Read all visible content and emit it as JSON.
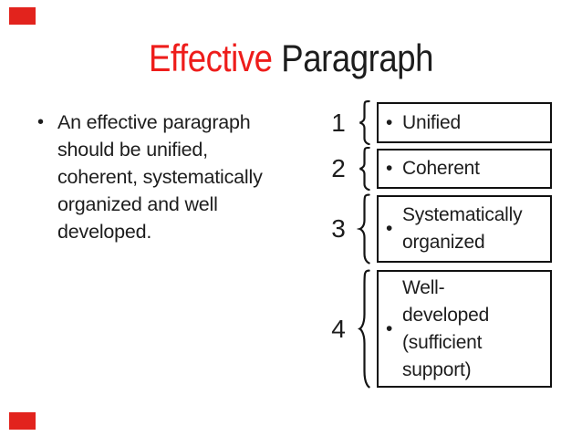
{
  "slide": {
    "title": {
      "highlight": "Effective ",
      "rest": "Paragraph"
    },
    "colors": {
      "accent_red": "#ee1d1b",
      "text_dark": "#1d1d1d",
      "corner_mark_red": "#e2231d",
      "box_border": "#101010"
    },
    "bullet_paragraph": {
      "marker": "•",
      "text": "An effective paragraph\nshould be unified,\ncoherent, systematically\norganized and well\ndeveloped."
    },
    "bracket_list": [
      {
        "number": "1",
        "marker": "•",
        "text": "Unified"
      },
      {
        "number": "2",
        "marker": "•",
        "text": "Coherent"
      },
      {
        "number": "3",
        "marker": "•",
        "text": "Systematically\norganized"
      },
      {
        "number": "4",
        "marker": "•",
        "text": "Well-\ndeveloped\n(sufficient\nsupport)"
      }
    ]
  }
}
